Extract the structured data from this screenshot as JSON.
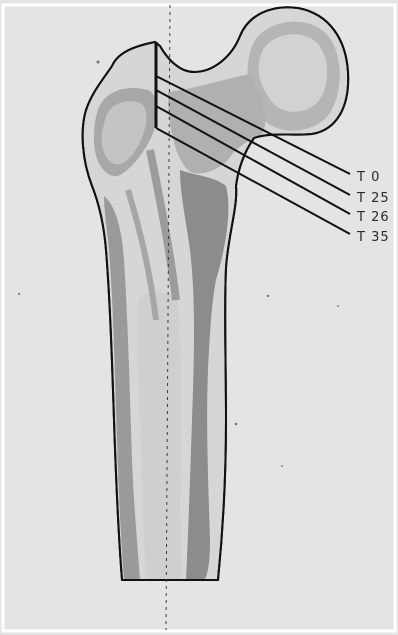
{
  "figure": {
    "background_color": "#e4e4e4",
    "tissue_colors": {
      "outline": "#111111",
      "cortical": "#d4d4d4",
      "cancellous": "#a9a9a9",
      "dense_cortex": "#8a8a8a",
      "medullary": "#c9c9c9"
    },
    "section_labels": [
      "T 0",
      "T 25",
      "T 26",
      "T 35"
    ]
  }
}
